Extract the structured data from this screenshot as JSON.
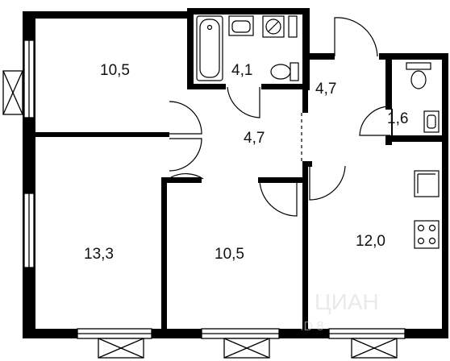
{
  "floorplan": {
    "rooms": [
      {
        "id": "bedroom-top-left",
        "area": "10,5"
      },
      {
        "id": "bathroom",
        "area": "4,1"
      },
      {
        "id": "entry-hall",
        "area": "4,7"
      },
      {
        "id": "wc",
        "area": "1,6"
      },
      {
        "id": "corridor",
        "area": "4,7"
      },
      {
        "id": "bedroom-left",
        "area": "13,3"
      },
      {
        "id": "bedroom-middle",
        "area": "10,5"
      },
      {
        "id": "kitchen-living",
        "area": "12,0"
      }
    ],
    "watermark": {
      "brand": "ЦИАН",
      "id_label": "ID 8"
    },
    "colors": {
      "wall": "#000000",
      "line": "#000000",
      "background": "#ffffff",
      "watermark": "#d9d9d9"
    }
  }
}
